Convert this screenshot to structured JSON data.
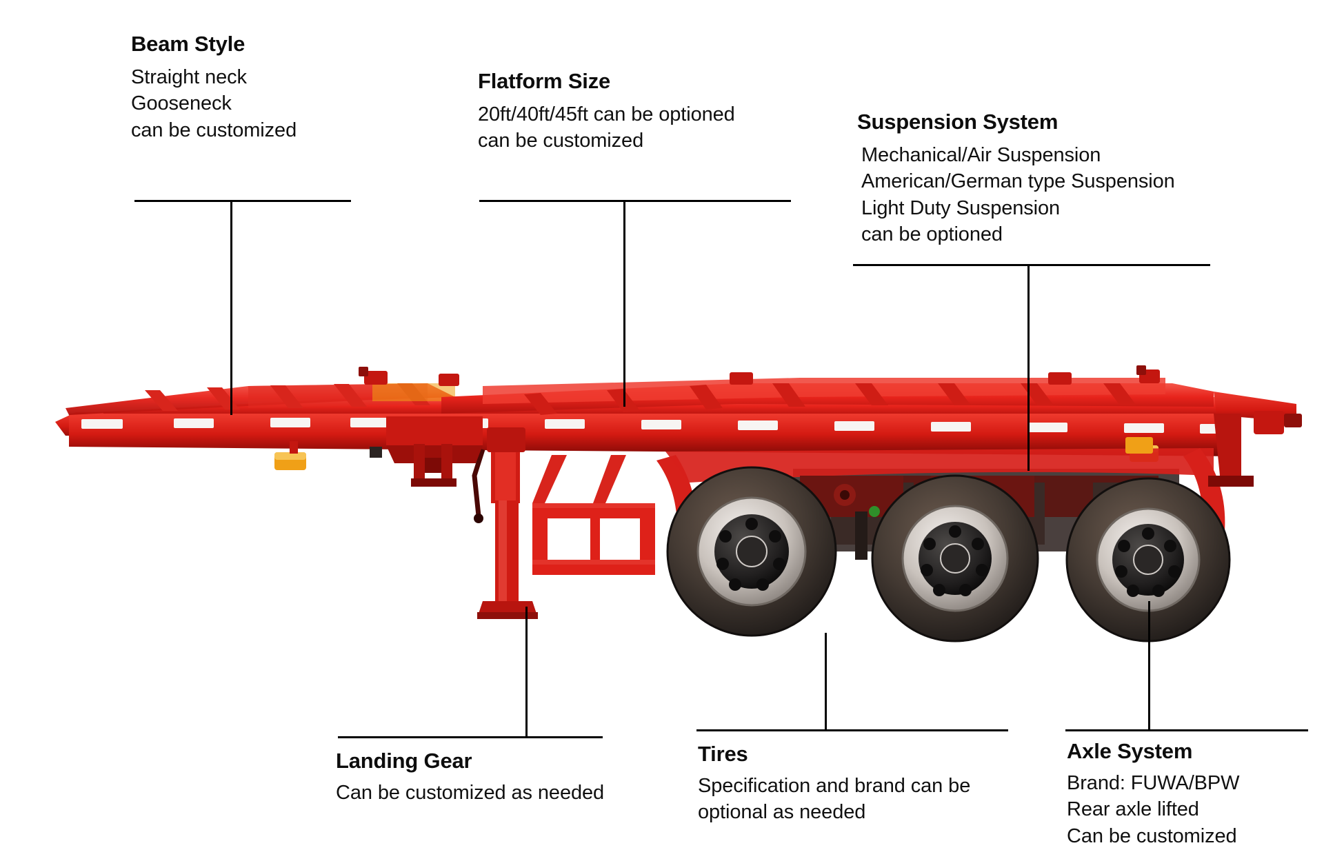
{
  "diagram": {
    "subject": "skeletal container semi-trailer",
    "body_color": "#e8241c",
    "line_color": "#000000",
    "background": "#ffffff"
  },
  "callouts": [
    {
      "key": "beam_style",
      "title": "Beam Style",
      "lines": [
        "Straight neck",
        "Gooseneck",
        "can be customized"
      ]
    },
    {
      "key": "flatform_size",
      "title": "Flatform Size",
      "lines": [
        "20ft/40ft/45ft can be optioned",
        "can be customized"
      ]
    },
    {
      "key": "suspension_system",
      "title": "Suspension System",
      "lines": [
        "Mechanical/Air Suspension",
        "American/German type Suspension",
        "Light Duty Suspension",
        "can be  optioned"
      ]
    },
    {
      "key": "landing_gear",
      "title": "Landing Gear",
      "lines": [
        "Can be customized as needed"
      ]
    },
    {
      "key": "tires",
      "title": "Tires",
      "lines": [
        "Specification and brand can be",
        "optional as needed"
      ]
    },
    {
      "key": "axle_system",
      "title": "Axle System",
      "lines": [
        "Brand: FUWA/BPW",
        "Rear axle lifted",
        "Can be customized"
      ]
    }
  ]
}
